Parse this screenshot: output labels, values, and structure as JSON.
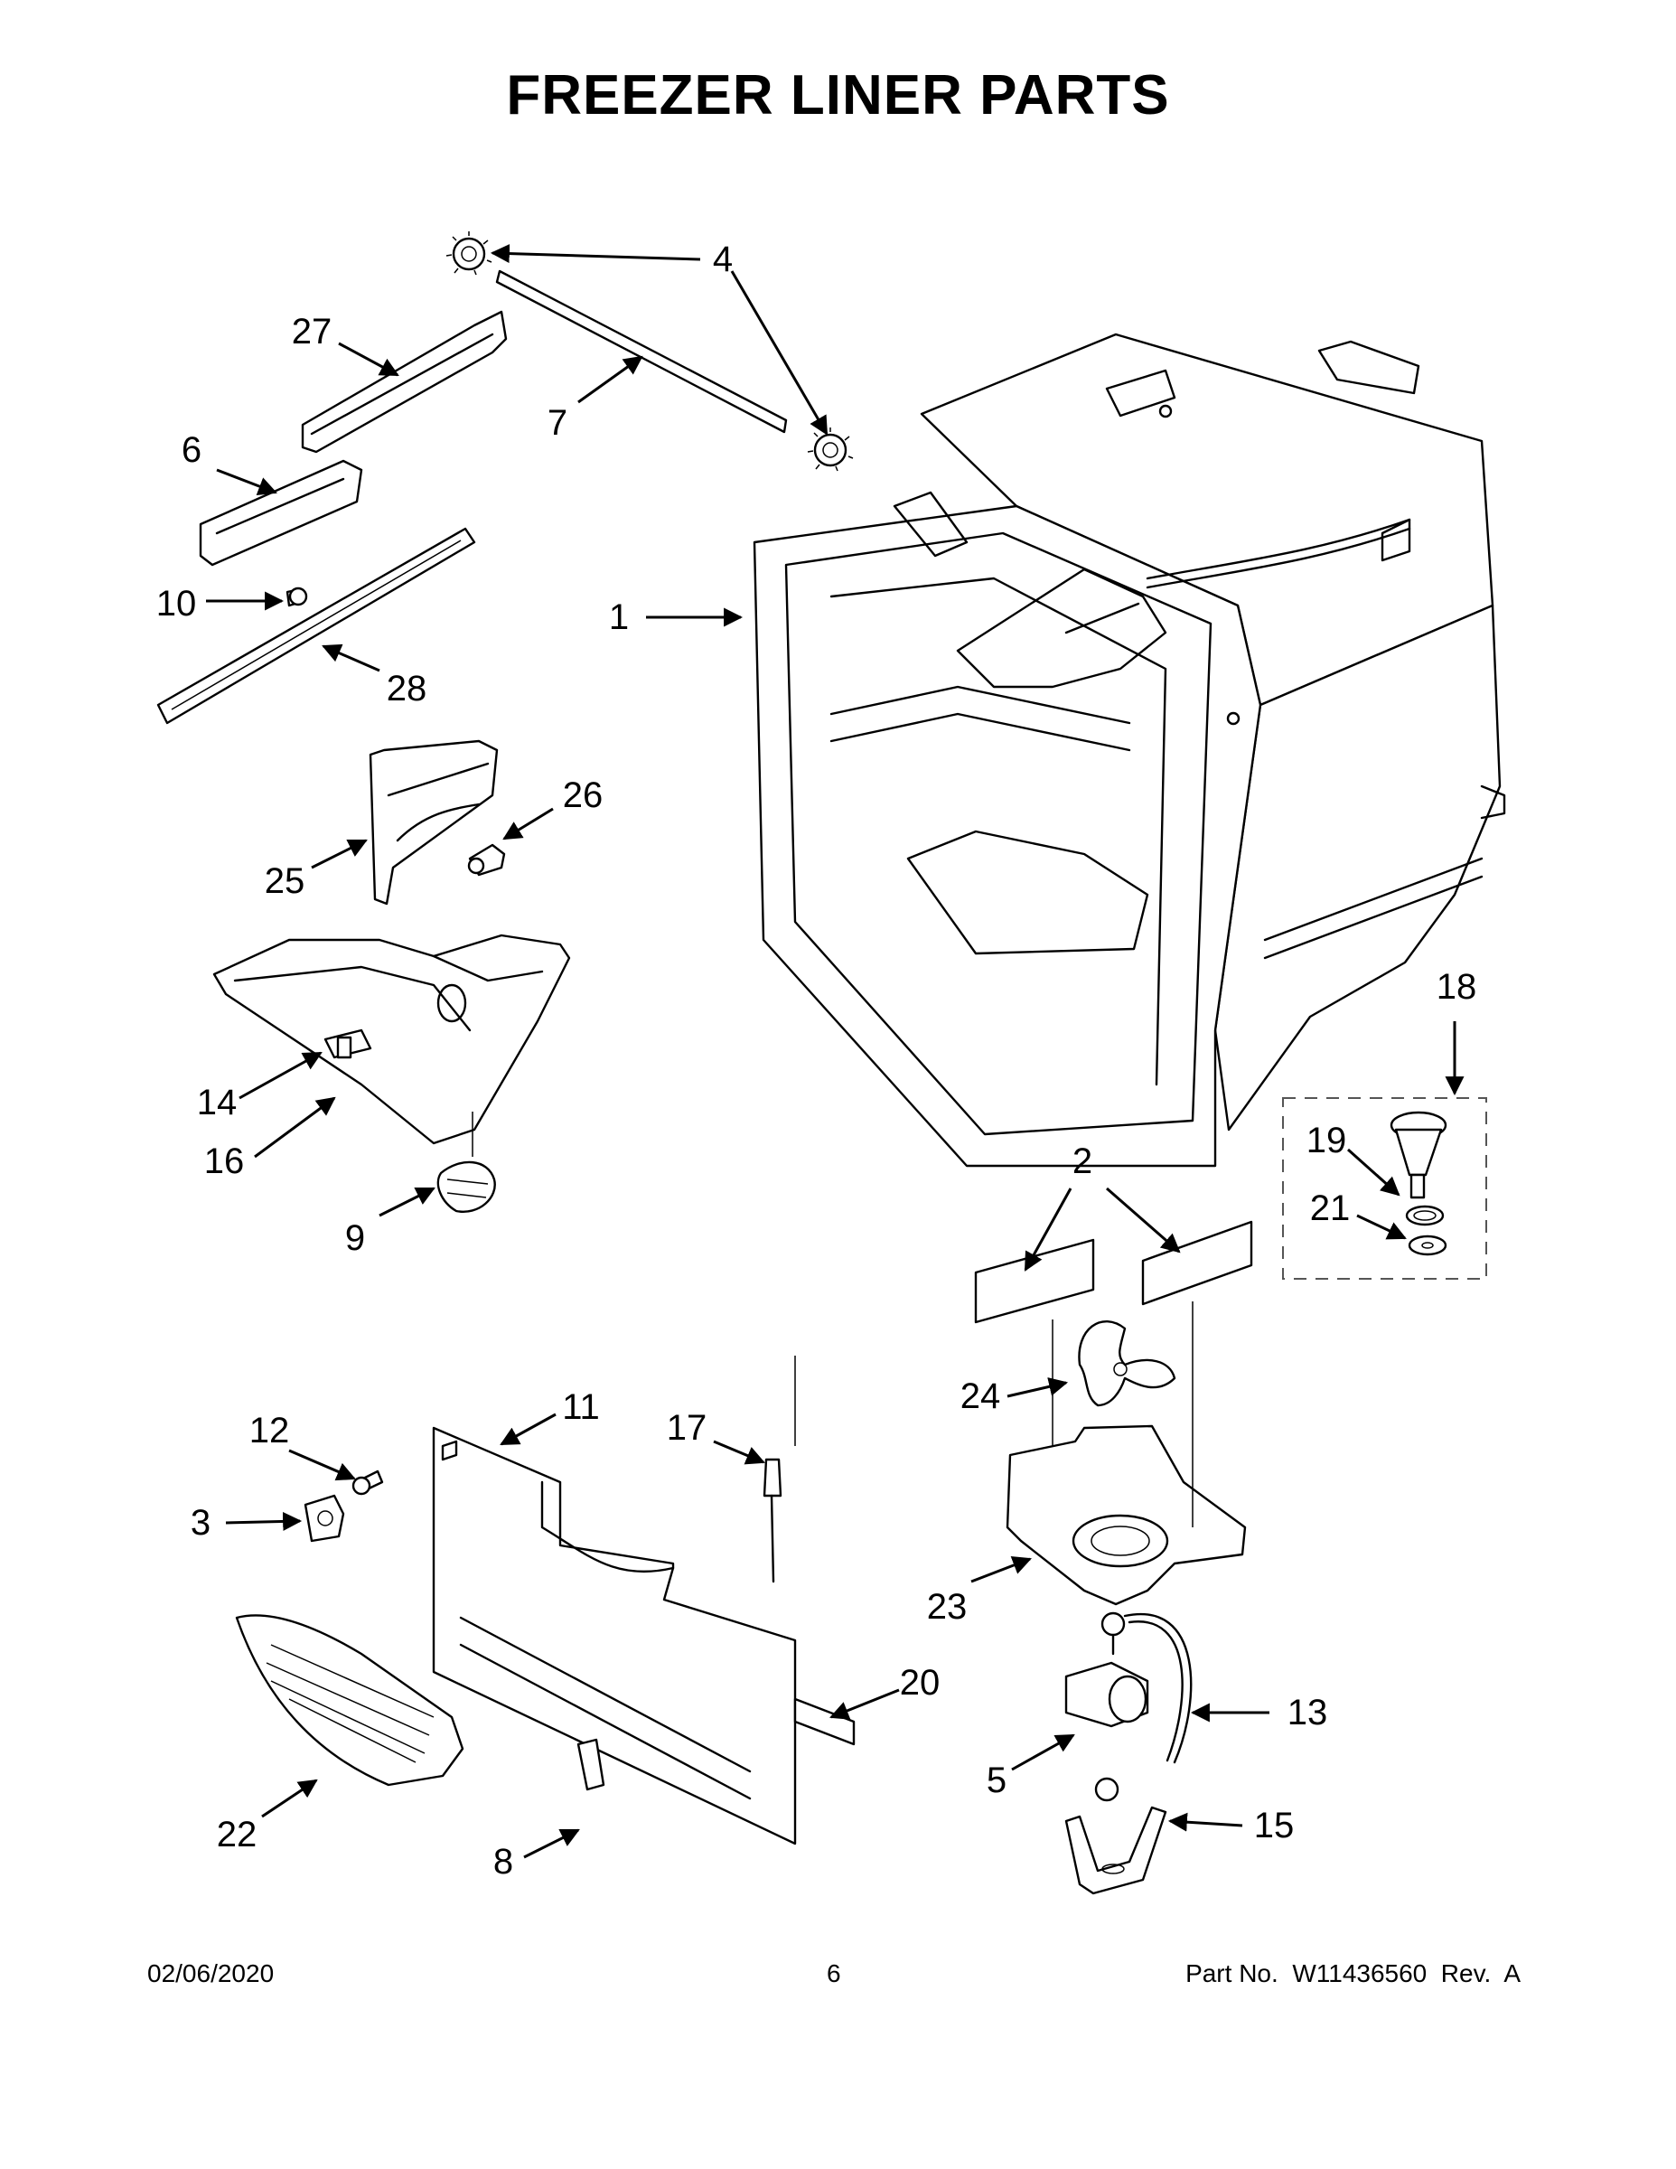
{
  "title": "FREEZER LINER PARTS",
  "callouts": {
    "c1": "1",
    "c2": "2",
    "c3": "3",
    "c4": "4",
    "c5": "5",
    "c6": "6",
    "c7": "7",
    "c8": "8",
    "c9": "9",
    "c10": "10",
    "c11": "11",
    "c12": "12",
    "c13": "13",
    "c14": "14",
    "c15": "15",
    "c16": "16",
    "c17": "17",
    "c18": "18",
    "c19": "19",
    "c20": "20",
    "c21": "21",
    "c22": "22",
    "c23": "23",
    "c24": "24",
    "c25": "25",
    "c26": "26",
    "c27": "27",
    "c28": "28"
  },
  "footer": {
    "date": "02/06/2020",
    "page": "6",
    "part_no": "Part No.  W11436560  Rev.  A"
  }
}
